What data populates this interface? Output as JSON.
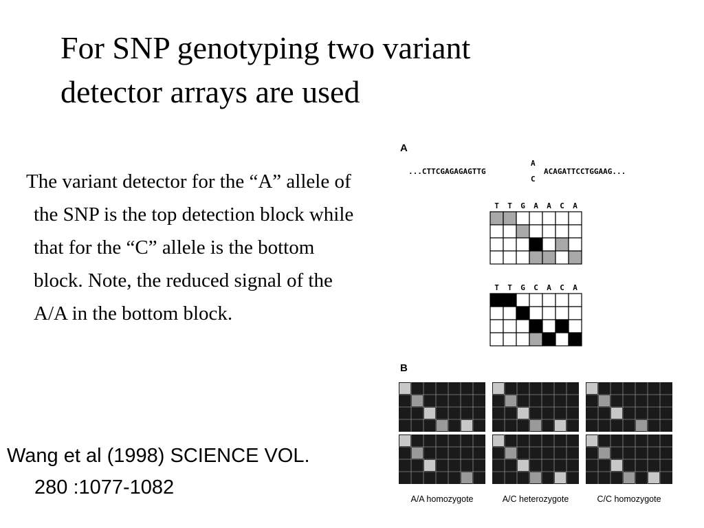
{
  "slide": {
    "title_line1": "For SNP genotyping two variant",
    "title_line2": "detector arrays are used",
    "body": "The variant detector for the “A” allele of the SNP is the top detection block while that for the “C” allele is the bottom block.  Note, the reduced signal of the A/A in the  bottom block.",
    "citation": "Wang et al (1998) SCIENCE VOL. 280 :1077-1082"
  },
  "figure": {
    "panel_a_label": "A",
    "panel_b_label": "B",
    "seq_left": "...CTTCGAGAGAGTTG",
    "seq_right": "ACAGATTCCTGGAAG...",
    "allele_top": "A",
    "allele_bottom": "C",
    "block_top_header": [
      "T",
      "T",
      "G",
      "A",
      "A",
      "C",
      "A"
    ],
    "block_bottom_header": [
      "T",
      "T",
      "G",
      "C",
      "A",
      "C",
      "A"
    ],
    "block_top_cells": [
      [
        1,
        1,
        0,
        0,
        0,
        0,
        0
      ],
      [
        0,
        0,
        1,
        0,
        0,
        0,
        0
      ],
      [
        0,
        0,
        0,
        2,
        0,
        1,
        0
      ],
      [
        0,
        0,
        0,
        1,
        1,
        0,
        1
      ]
    ],
    "block_bottom_cells": [
      [
        2,
        2,
        0,
        0,
        0,
        0,
        0
      ],
      [
        0,
        0,
        2,
        0,
        0,
        0,
        0
      ],
      [
        0,
        0,
        0,
        2,
        0,
        2,
        0
      ],
      [
        0,
        0,
        0,
        1,
        2,
        0,
        2
      ]
    ],
    "genotype_labels": [
      "A/A homozygote",
      "A/C heterozygote",
      "C/C homozygote"
    ],
    "colors": {
      "dark": "#000000",
      "gray": "#a8a8a8",
      "blank": "#ffffff"
    }
  }
}
